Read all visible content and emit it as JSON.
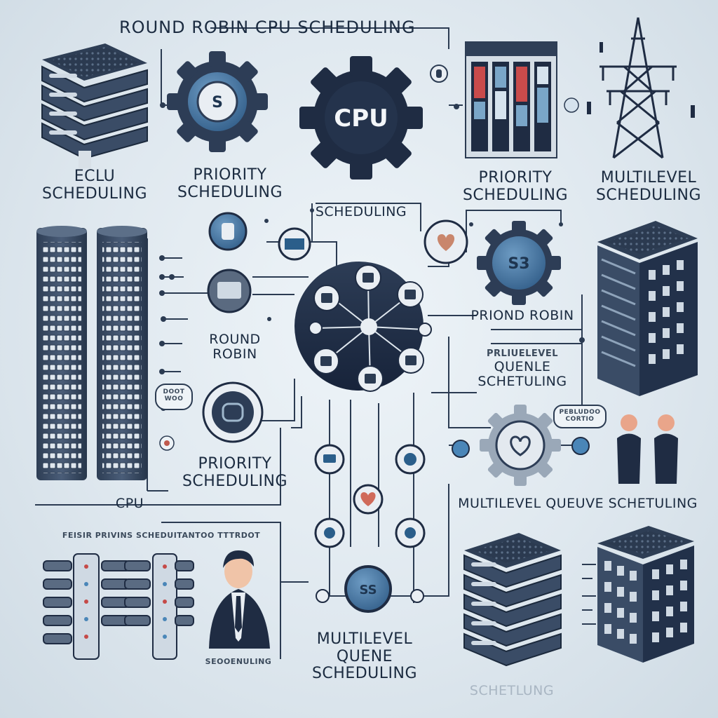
{
  "title": "ROUND ROBIN  CPU SCHEDULING",
  "labels": {
    "top_left": [
      "ECLU",
      "SCHEDULING"
    ],
    "priority_top": [
      "PRIORITY",
      "SCHEDULING"
    ],
    "scheduling_center": "SCHEDULING",
    "priority_right": [
      "PRIORITY",
      "SCHEDULING"
    ],
    "multilevel_top": [
      "MULTILEVEL",
      "SCHEDULING"
    ],
    "round_robin_left": [
      "ROUND",
      "ROBIN"
    ],
    "priond_robin": "PRIOND ROBIN",
    "queue_right": [
      "PRLIUELEVEL",
      "QUENLE",
      "SCHETULING"
    ],
    "priority_left": [
      "PRIORITY",
      "SCHEDULING"
    ],
    "cpu_bottom": "CPU",
    "multilevel_queue_right": "MULTILEVEL QUEUVE SCHETULING",
    "multilevel_bottom": [
      "MULTILEVEL",
      "QUENE",
      "SCHEDULING"
    ],
    "bottom_strip": "FEISIR   PRIVINS   SCHEDUITANTOO   TTTRDOT",
    "bottom_small": "SEOOENULING",
    "bottom_faint": "SCHETLUNG"
  },
  "gears": {
    "cpu": "CPU",
    "s_top": "S",
    "s3": "S3",
    "ss": "SS"
  },
  "bubbles": {
    "left": [
      "DOOT",
      "WOO"
    ],
    "right": [
      "PEBLUDOO",
      "CORTIO"
    ]
  }
}
